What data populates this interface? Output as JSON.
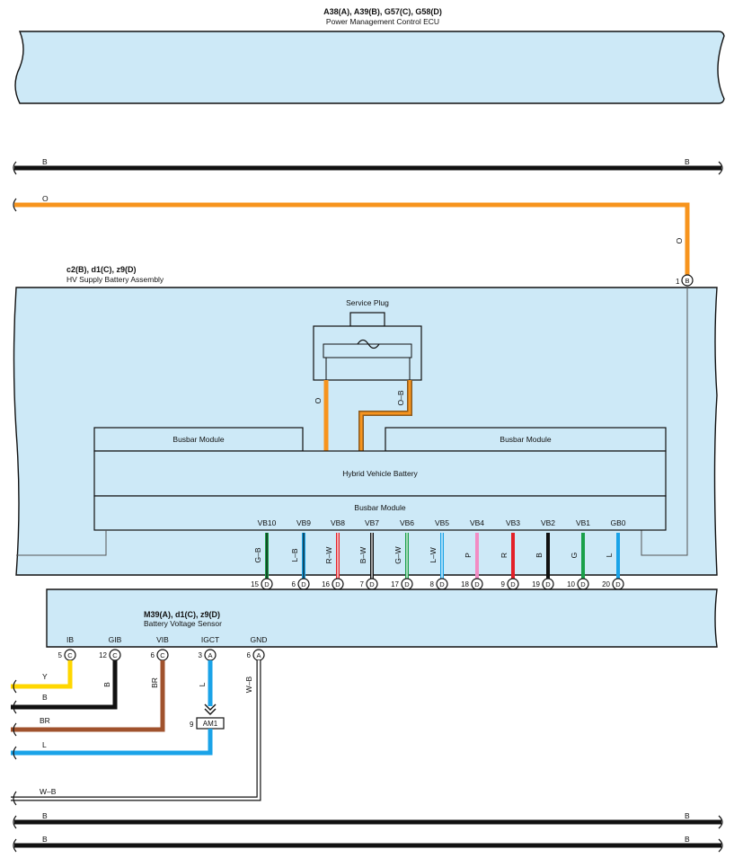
{
  "ecu": {
    "title": "A38(A), A39(B), G57(C), G58(D)",
    "subtitle": "Power Management Control ECU"
  },
  "battery_assembly": {
    "title": "c2(B), d1(C), z9(D)",
    "subtitle": "HV Supply Battery Assembly",
    "pin": "1",
    "connector": "B",
    "service_plug_label": "Service Plug",
    "busbar_left_label": "Busbar Module",
    "busbar_right_label": "Busbar Module",
    "hv_battery_label": "Hybrid Vehicle Battery",
    "busbar_bottom_label": "Busbar Module"
  },
  "sensor": {
    "title": "M39(A), d1(C), z9(D)",
    "subtitle": "Battery Voltage Sensor"
  },
  "wire_labels": {
    "b": "B",
    "o": "O",
    "ob": "O–B",
    "y": "Y",
    "br": "BR",
    "l": "L",
    "wb": "W–B"
  },
  "vb_terminals": [
    {
      "name": "VB10",
      "pin": "15",
      "conn": "D",
      "wire": "G–B",
      "color": "#1aa04a",
      "stripe": "#111111"
    },
    {
      "name": "VB9",
      "pin": "6",
      "conn": "D",
      "wire": "L–B",
      "color": "#1aa3e8",
      "stripe": "#111111"
    },
    {
      "name": "VB8",
      "pin": "16",
      "conn": "D",
      "wire": "R–W",
      "color": "#e32028",
      "stripe": "#ffffff"
    },
    {
      "name": "VB7",
      "pin": "7",
      "conn": "D",
      "wire": "B–W",
      "color": "#111111",
      "stripe": "#ffffff"
    },
    {
      "name": "VB6",
      "pin": "17",
      "conn": "D",
      "wire": "G–W",
      "color": "#1aa04a",
      "stripe": "#ffffff"
    },
    {
      "name": "VB5",
      "pin": "8",
      "conn": "D",
      "wire": "L–W",
      "color": "#1aa3e8",
      "stripe": "#ffffff"
    },
    {
      "name": "VB4",
      "pin": "18",
      "conn": "D",
      "wire": "P",
      "color": "#f28cc4",
      "stripe": ""
    },
    {
      "name": "VB3",
      "pin": "9",
      "conn": "D",
      "wire": "R",
      "color": "#e32028",
      "stripe": ""
    },
    {
      "name": "VB2",
      "pin": "19",
      "conn": "D",
      "wire": "B",
      "color": "#111111",
      "stripe": ""
    },
    {
      "name": "VB1",
      "pin": "10",
      "conn": "D",
      "wire": "G",
      "color": "#1aa04a",
      "stripe": ""
    },
    {
      "name": "GB0",
      "pin": "20",
      "conn": "D",
      "wire": "L",
      "color": "#1aa3e8",
      "stripe": ""
    }
  ],
  "sensor_terminals": [
    {
      "name": "IB",
      "pin": "5",
      "conn": "C"
    },
    {
      "name": "GIB",
      "pin": "12",
      "conn": "C"
    },
    {
      "name": "VIB",
      "pin": "6",
      "conn": "C"
    },
    {
      "name": "IGCT",
      "pin": "3",
      "conn": "A"
    },
    {
      "name": "GND",
      "pin": "6",
      "conn": "A"
    }
  ],
  "am1": {
    "pin": "9",
    "label": "AM1"
  },
  "colors": {
    "box_fill": "#cde9f7",
    "orange": "#f7941d",
    "black": "#111111",
    "yellow": "#ffd700",
    "brown": "#a0522d",
    "blue": "#1aa3e8"
  }
}
